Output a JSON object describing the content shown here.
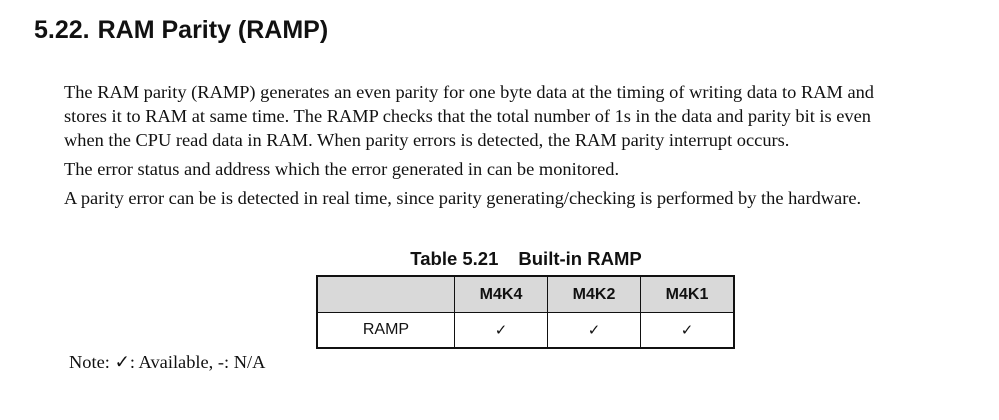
{
  "section": {
    "number": "5.22.",
    "title": "RAM Parity (RAMP)"
  },
  "paragraphs": [
    "The RAM parity (RAMP) generates an even parity for one byte data at the timing of writing data to RAM and",
    "stores it to RAM at same time. The RAMP checks that the total number of 1s in the data and parity bit is even",
    "when the CPU read data in RAM. When parity errors is detected, the RAM parity interrupt occurs.",
    "The error status and address which the error generated in can be monitored.",
    "A parity error can be is detected in real time, since parity generating/checking is performed by the hardware."
  ],
  "table": {
    "caption_number": "Table 5.21",
    "caption_title": "Built-in RAMP",
    "columns": [
      "",
      "M4K4",
      "M4K2",
      "M4K1"
    ],
    "rows": [
      {
        "label": "RAMP",
        "cells": [
          "✓",
          "✓",
          "✓"
        ]
      }
    ]
  },
  "note": "Note: ✓: Available, -: N/A"
}
